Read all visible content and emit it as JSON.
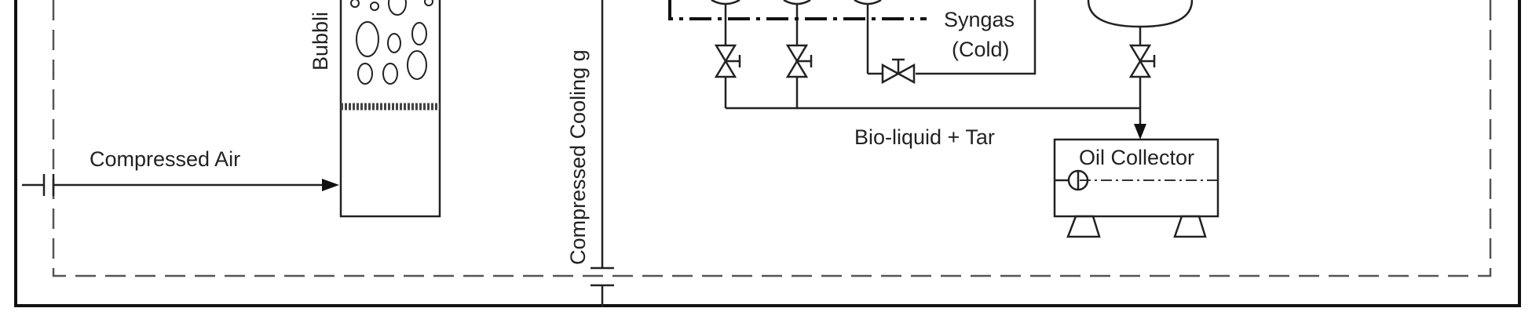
{
  "labels": {
    "compressed_air": "Compressed Air",
    "bubbling": "Bubbli",
    "cooling_gas": "Compressed Cooling g",
    "syngas": "Syngas",
    "syngas_state": "(Cold)",
    "bio_liquid": "Bio-liquid + Tar",
    "oil_collector": "Oil Collector"
  }
}
